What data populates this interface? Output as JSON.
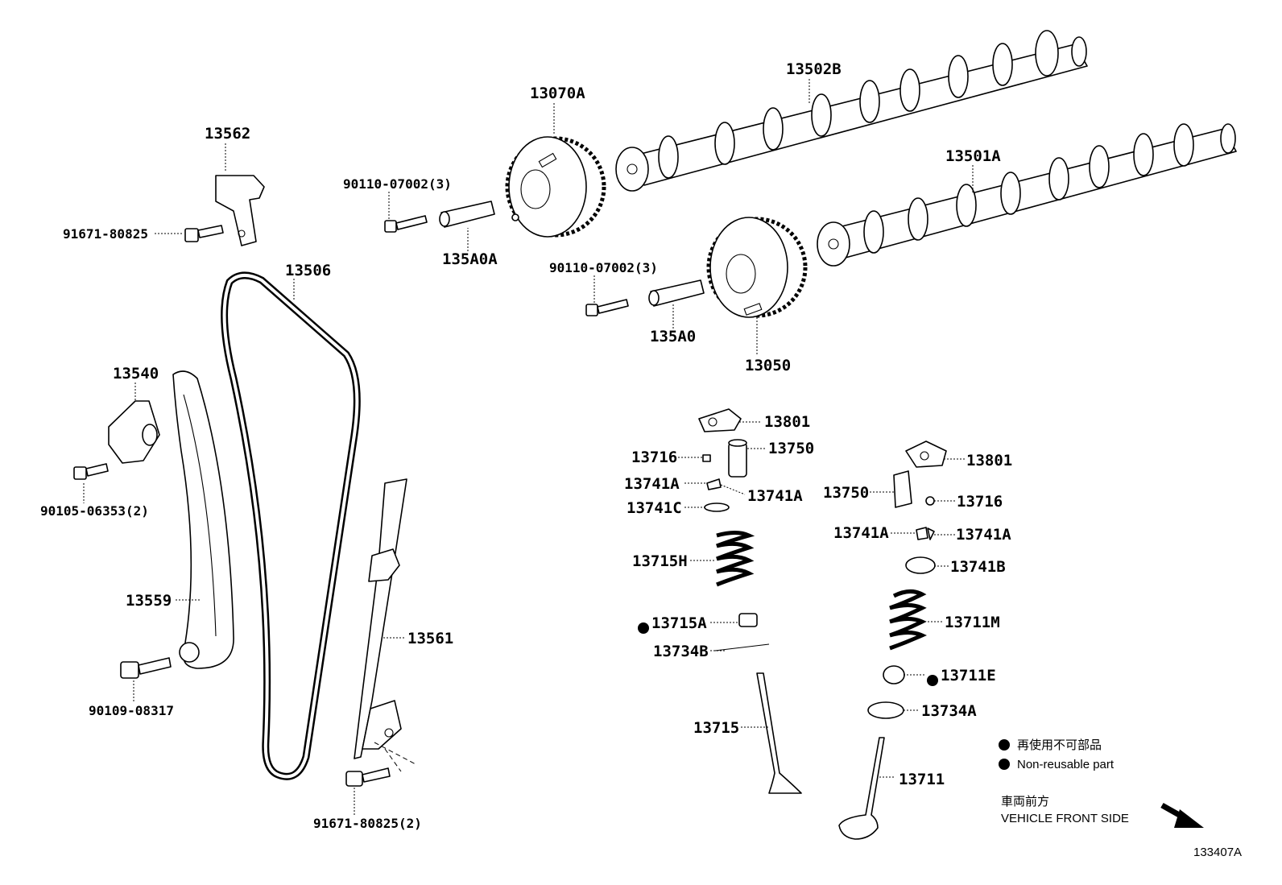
{
  "labels": {
    "p13070A": "13070A",
    "p13502B": "13502B",
    "p13562": "13562",
    "p13501A": "13501A",
    "p90110_a": "90110-07002(3)",
    "p91671_a": "91671-80825",
    "p135A0A": "135A0A",
    "p90110_b": "90110-07002(3)",
    "p13506": "13506",
    "p135A0": "135A0",
    "p13050": "13050",
    "p13540": "13540",
    "p13801_a": "13801",
    "p13716_a": "13716",
    "p13750_a": "13750",
    "p13801_b": "13801",
    "p13741A_a": "13741A",
    "p13741A_b": "13741A",
    "p13750_b": "13750",
    "p13716_b": "13716",
    "p90105": "90105-06353(2)",
    "p13741C": "13741C",
    "p13741A_c": "13741A",
    "p13741A_d": "13741A",
    "p13715H": "13715H",
    "p13741B": "13741B",
    "p13559": "13559",
    "p13715A": "13715A",
    "p13711M": "13711M",
    "p13561": "13561",
    "p13734B": "13734B",
    "p90109": "90109-08317",
    "p13711E": "13711E",
    "p13734A": "13734A",
    "p13715": "13715",
    "p13711": "13711",
    "p91671_b": "91671-80825(2)"
  },
  "legend": {
    "non_reusable_jp": "再使用不可部品",
    "non_reusable_en": "Non-reusable part"
  },
  "front_side": {
    "jp": "車両前方",
    "en": "VEHICLE FRONT SIDE"
  },
  "diagram_id": "133407A"
}
